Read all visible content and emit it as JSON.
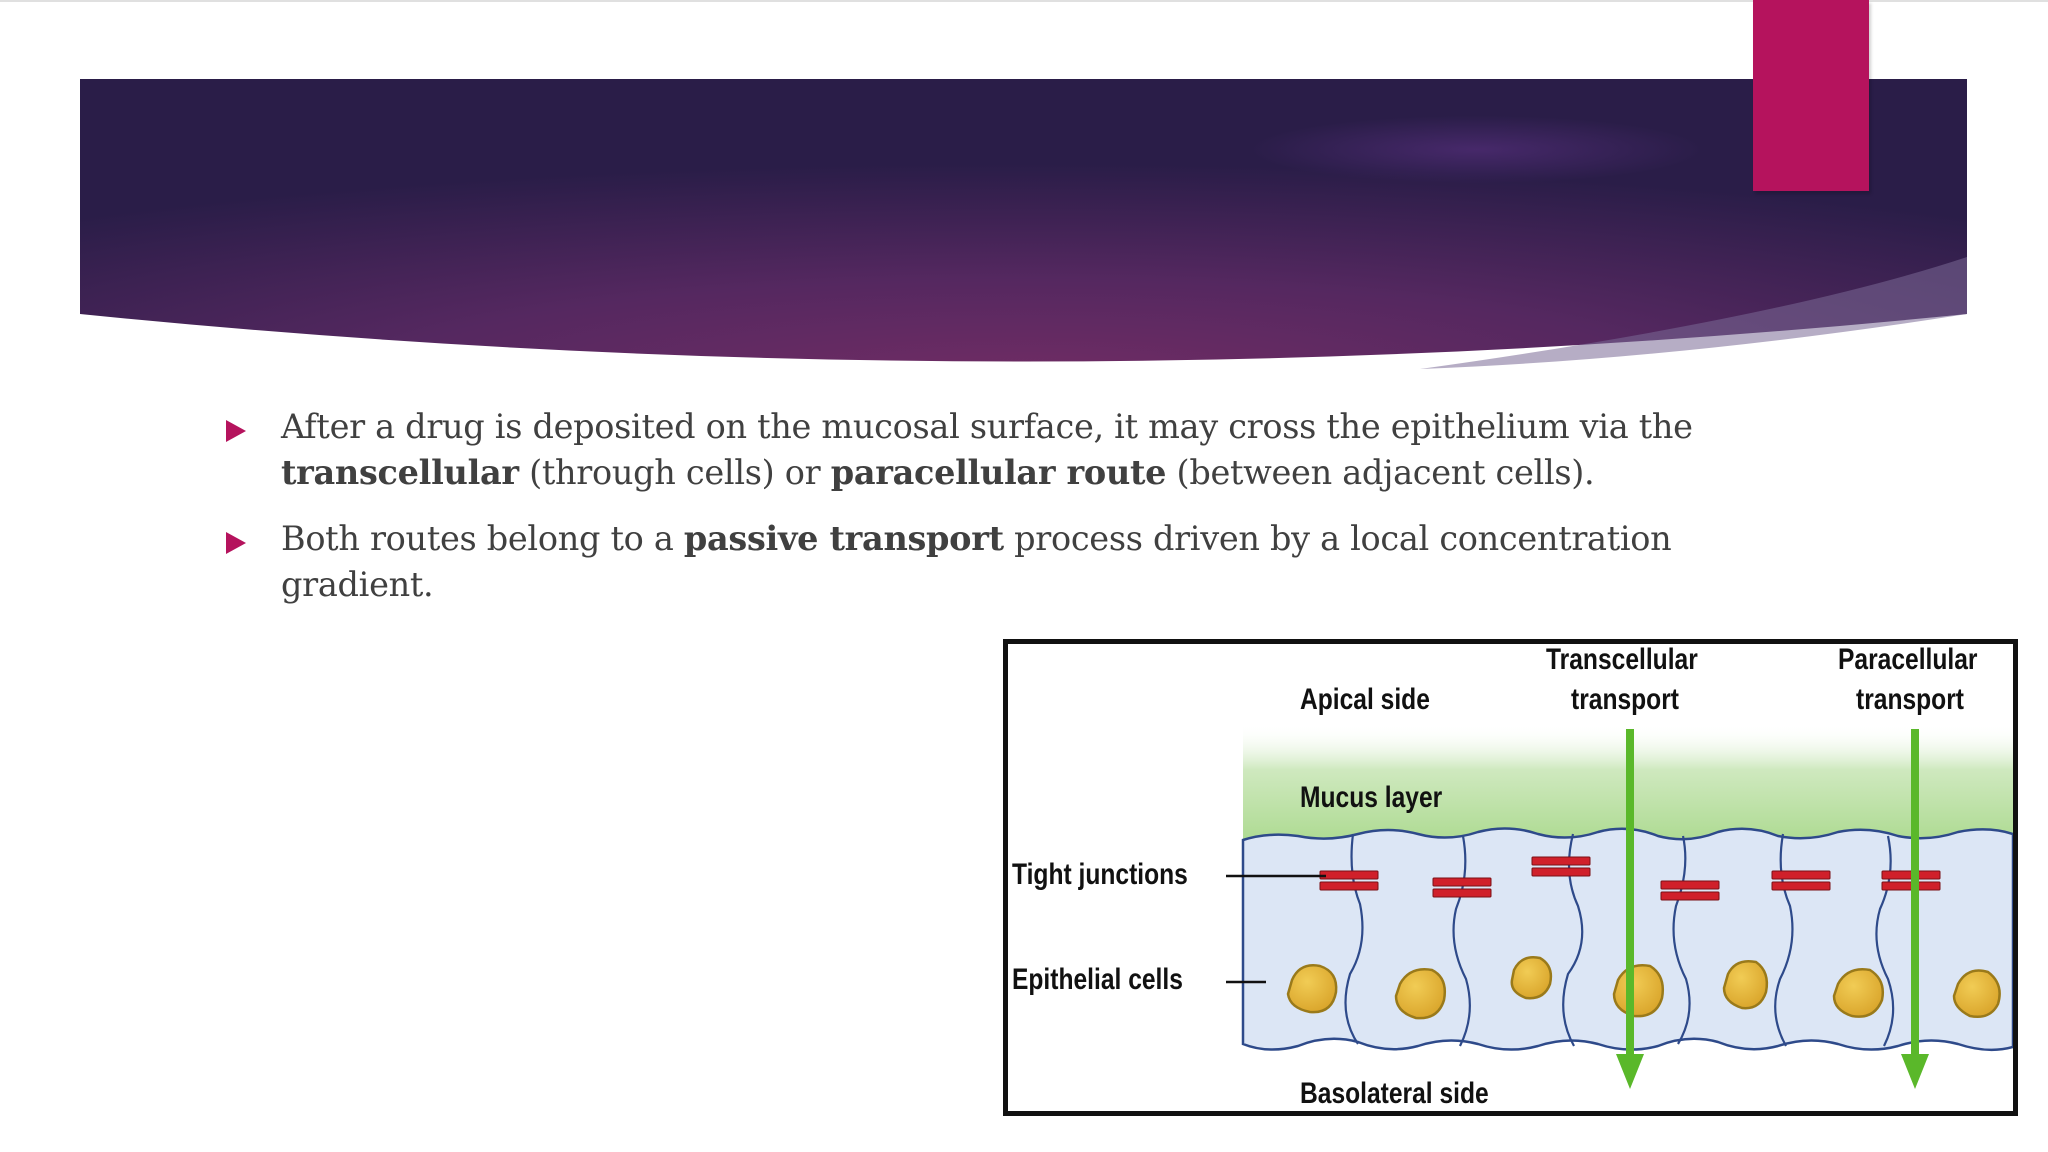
{
  "colors": {
    "accent": "#b5135d",
    "banner_dark": "#2a1d48",
    "banner_mid": "#6a2a62",
    "text": "#404040",
    "arrow_green": "#5ab82a",
    "junction_red": "#d0202a",
    "nucleus_fill": "#e6b83a",
    "cell_fill": "#dce6f5",
    "mucus_green": "#a8d88a"
  },
  "bullets": [
    {
      "icon": "triangle-bullet-icon",
      "parts": [
        {
          "text": "After a drug is deposited on the mucosal surface, it may cross the epithelium via the ",
          "bold": false
        },
        {
          "text": "transcellular",
          "bold": true
        },
        {
          "text": " (through cells) or ",
          "bold": false
        },
        {
          "text": "paracellular route",
          "bold": true
        },
        {
          "text": " (between adjacent cells).",
          "bold": false
        }
      ]
    },
    {
      "icon": "triangle-bullet-icon",
      "parts": [
        {
          "text": "Both routes belong to a ",
          "bold": false
        },
        {
          "text": "passive transport",
          "bold": true
        },
        {
          "text": " process driven by a local concentration gradient.",
          "bold": false
        }
      ]
    }
  ],
  "diagram": {
    "labels": {
      "apical": "Apical side",
      "transcellular_line1": "Transcellular",
      "transcellular_line2": "transport",
      "paracellular_line1": "Paracellular",
      "paracellular_line2": "transport",
      "mucus": "Mucus layer",
      "tight_junctions": "Tight junctions",
      "epithelial_cells": "Epithelial cells",
      "basolateral": "Basolateral side"
    }
  }
}
